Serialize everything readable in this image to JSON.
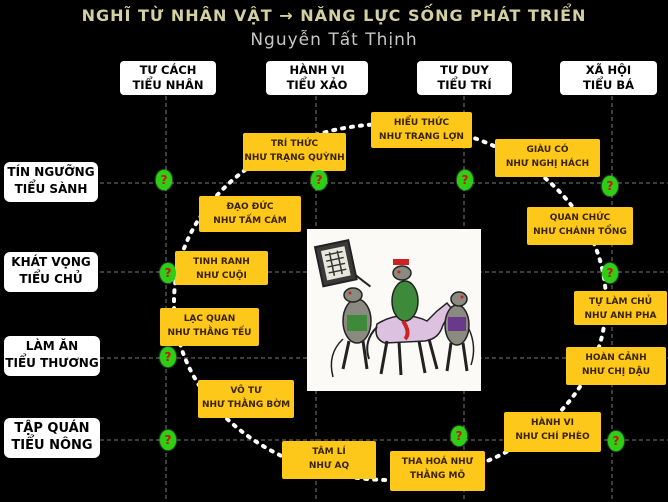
{
  "title": "NGHĨ TỪ NHÂN VẬT → NĂNG LỰC SỐNG  PHÁT TRIỂN",
  "author": "Nguyễn Tất Thịnh",
  "columns": [
    {
      "line1": "TƯ CÁCH",
      "line2": "TIỂU NHÂN"
    },
    {
      "line1": "HÀNH VI",
      "line2": "TIỂU XẢO"
    },
    {
      "line1": "TƯ DUY",
      "line2": "TIỂU TRÍ"
    },
    {
      "line1": "XÃ HỘI",
      "line2": "TIỂU BÁ"
    }
  ],
  "rows": [
    {
      "line1": "TÍN NGƯỠNG",
      "line2": "TIỂU SÀNH"
    },
    {
      "line1": "KHÁT VỌNG",
      "line2": "TIỂU CHỦ"
    },
    {
      "line1": "LÀM ĂN",
      "line2": "TIỂU THƯƠNG"
    },
    {
      "line1": "TẬP QUÁN",
      "line2": "TIỂU NÔNG"
    }
  ],
  "boxes": [
    {
      "line1": "HIỂU THỨC",
      "line2": "NHƯ TRẠNG LỢN"
    },
    {
      "line1": "GIÀU CÓ",
      "line2": "NHƯ NGHỊ HÁCH"
    },
    {
      "line1": "QUAN CHỨC",
      "line2": "NHƯ CHÁNH TỔNG"
    },
    {
      "line1": "TỰ LÀM CHỦ",
      "line2": "NHƯ ANH PHA"
    },
    {
      "line1": "HOÀN CẢNH",
      "line2": "NHƯ CHỊ DẬU"
    },
    {
      "line1": "HÀNH VI",
      "line2": "NHƯ CHÍ PHÈO"
    },
    {
      "line1": "THA HOÁ NHƯ",
      "line2": "THẰNG MÕ"
    },
    {
      "line1": "TÂM LÍ",
      "line2": "NHƯ AQ"
    },
    {
      "line1": "VÔ TƯ",
      "line2": "NHƯ THẰNG BỜM"
    },
    {
      "line1": "LẠC QUAN",
      "line2": "NHƯ THẰNG TẾU"
    },
    {
      "line1": "TINH RANH",
      "line2": "NHƯ CUỘI"
    },
    {
      "line1": "ĐẠO ĐỨC",
      "line2": "NHƯ TẤM CÁM"
    },
    {
      "line1": "TRÍ THỨC",
      "line2": "NHƯ TRẠNG QUỲNH"
    }
  ],
  "question_mark": "?",
  "colors": {
    "background": "#000000",
    "box": "#fec81a",
    "marker": "#2ccf12",
    "marker_text": "#d11010",
    "title": "#d4d0a0"
  }
}
